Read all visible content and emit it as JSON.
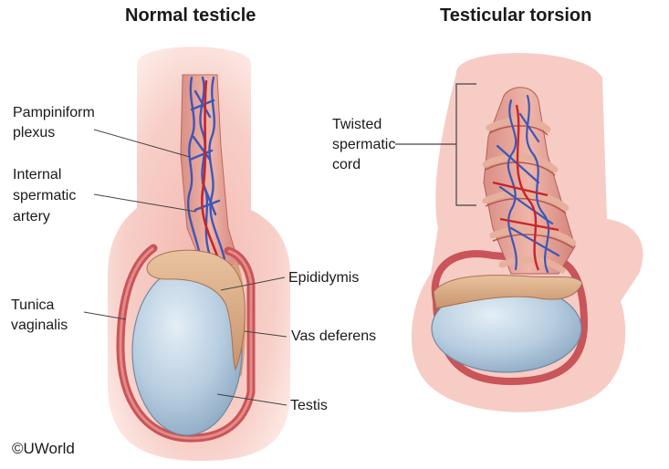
{
  "titles": {
    "normal": "Normal testicle",
    "torsion": "Testicular torsion"
  },
  "labels": {
    "pampiniform_1": "Pampiniform",
    "pampiniform_2": "plexus",
    "internal_1": "Internal",
    "internal_2": "spermatic",
    "internal_3": "artery",
    "tunica_1": "Tunica",
    "tunica_2": "vaginalis",
    "epididymis": "Epididymis",
    "vas_deferens": "Vas deferens",
    "testis": "Testis",
    "twisted_1": "Twisted",
    "twisted_2": "spermatic",
    "twisted_3": "cord"
  },
  "copyright": "©UWorld",
  "colors": {
    "scrotum_glow": "#f6c9c2",
    "sac_wall": "#c9545a",
    "testis_blue": "#b9cfe0",
    "epididymis_tan": "#d9ad8a",
    "vein_blue": "#3d57b8",
    "artery_red": "#c8242c"
  }
}
